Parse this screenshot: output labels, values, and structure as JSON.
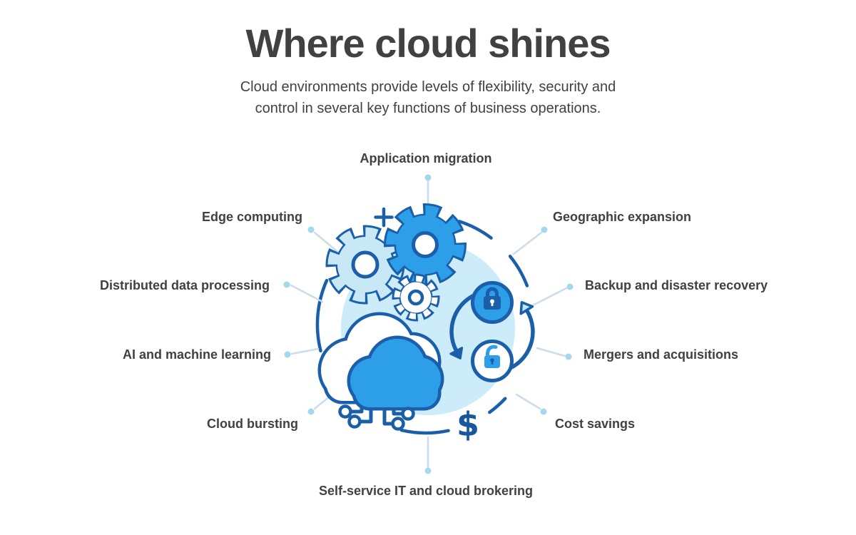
{
  "header": {
    "title": "Where cloud shines",
    "subtitle_line1": "Cloud environments provide levels of flexibility, security and",
    "subtitle_line2": "control in several key functions of business operations."
  },
  "spokes": [
    {
      "label": "Application migration",
      "position": "top"
    },
    {
      "label": "Edge computing",
      "position": "upper-left"
    },
    {
      "label": "Geographic expansion",
      "position": "upper-right"
    },
    {
      "label": "Distributed data processing",
      "position": "left"
    },
    {
      "label": "Backup and disaster recovery",
      "position": "right"
    },
    {
      "label": "AI and machine learning",
      "position": "lower-left"
    },
    {
      "label": "Mergers and acquisitions",
      "position": "lower-right"
    },
    {
      "label": "Cloud bursting",
      "position": "bottom-left"
    },
    {
      "label": "Cost savings",
      "position": "bottom-right"
    },
    {
      "label": "Self-service IT and cloud brokering",
      "position": "bottom"
    }
  ],
  "illustration": {
    "dollar_sign": "$",
    "icons": [
      "gear-icon",
      "plus-icon",
      "cloud-icon",
      "circuit-nodes-icon",
      "sync-arrows-icon",
      "locked-padlock-icon",
      "unlocked-padlock-icon",
      "dollar-icon"
    ],
    "colors": {
      "accent_blue": "#2d9fe8",
      "light_circle_fill": "#cdecfa",
      "pale_gear_fill": "#c8e8f6",
      "outline_blue": "#1b5faa",
      "connector_line": "#ccdce8",
      "connector_dot": "#a5d8ef",
      "text_dark": "#414042"
    }
  }
}
